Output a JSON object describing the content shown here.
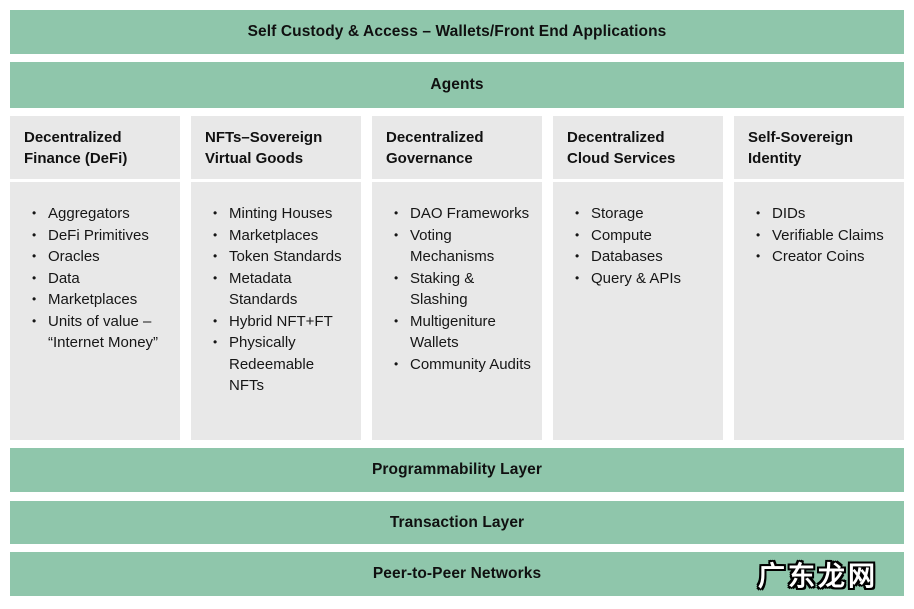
{
  "top_bars": [
    {
      "label": "Self Custody & Access – Wallets/Front End Applications"
    },
    {
      "label": "Agents"
    }
  ],
  "columns": [
    {
      "title": "Decentralized Finance (DeFi)",
      "items": [
        "Aggregators",
        "DeFi Primitives",
        "Oracles",
        "Data",
        "Marketplaces",
        "Units of value – “Internet Money”"
      ]
    },
    {
      "title": "NFTs–Sovereign Virtual Goods",
      "items": [
        "Minting Houses",
        "Marketplaces",
        "Token Standards",
        "Metadata Standards",
        "Hybrid NFT+FT",
        "Physically Redeemable NFTs"
      ]
    },
    {
      "title": "Decentralized Governance",
      "items": [
        "DAO Frameworks",
        "Voting Mechanisms",
        "Staking & Slashing",
        "Multigeniture Wallets",
        "Community Audits"
      ]
    },
    {
      "title": "Decentralized Cloud Services",
      "items": [
        "Storage",
        "Compute",
        "Databases",
        "Query & APIs"
      ]
    },
    {
      "title": "Self-Sovereign Identity",
      "items": [
        "DIDs",
        "Verifiable Claims",
        "Creator Coins"
      ]
    }
  ],
  "bottom_bars": [
    {
      "label": "Programmability Layer"
    },
    {
      "label": "Transaction Layer"
    },
    {
      "label": "Peer-to-Peer Networks"
    }
  ],
  "watermark": "广东龙网",
  "colors": {
    "bar_green": "#8fc6ab",
    "panel_gray": "#e8e8e8",
    "text": "#111111",
    "background": "#ffffff"
  }
}
